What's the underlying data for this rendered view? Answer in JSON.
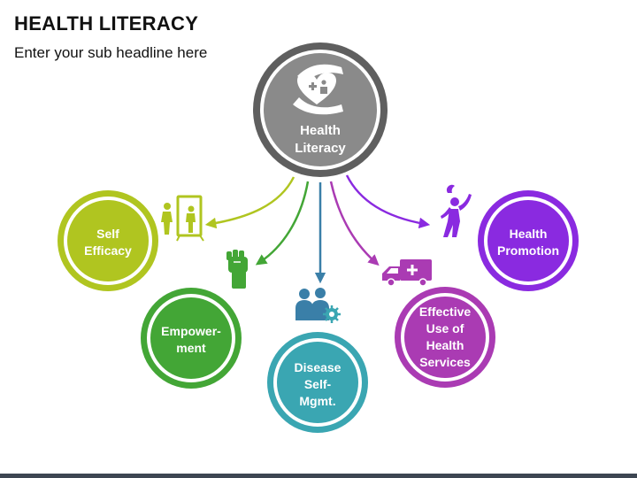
{
  "title": "HEALTH LITERACY",
  "subtitle": "Enter your sub headline here",
  "colors": {
    "center_outer": "#5f5f5f",
    "center_inner": "#8a8a8a",
    "self_efficacy": "#b0c520",
    "empowerment": "#43a636",
    "disease": "#3aa6b2",
    "services": "#aa3bb3",
    "promotion": "#8a2ae0"
  },
  "center": {
    "label_lines": [
      "Health",
      "Literacy"
    ],
    "icon": "hands-heart-care-icon"
  },
  "nodes": [
    {
      "key": "self_efficacy",
      "label_lines": [
        "Self",
        "Efficacy"
      ],
      "icon": "mirror-person-icon"
    },
    {
      "key": "empowerment",
      "label_lines": [
        "Empower-",
        "ment"
      ],
      "icon": "raised-fist-icon"
    },
    {
      "key": "disease",
      "label_lines": [
        "Disease",
        "Self-",
        "Mgmt."
      ],
      "icon": "people-gear-icon"
    },
    {
      "key": "services",
      "label_lines": [
        "Effective",
        "Use of",
        "Health",
        "Services"
      ],
      "icon": "ambulance-icon"
    },
    {
      "key": "promotion",
      "label_lines": [
        "Health",
        "Promotion"
      ],
      "icon": "dancer-icon"
    }
  ]
}
